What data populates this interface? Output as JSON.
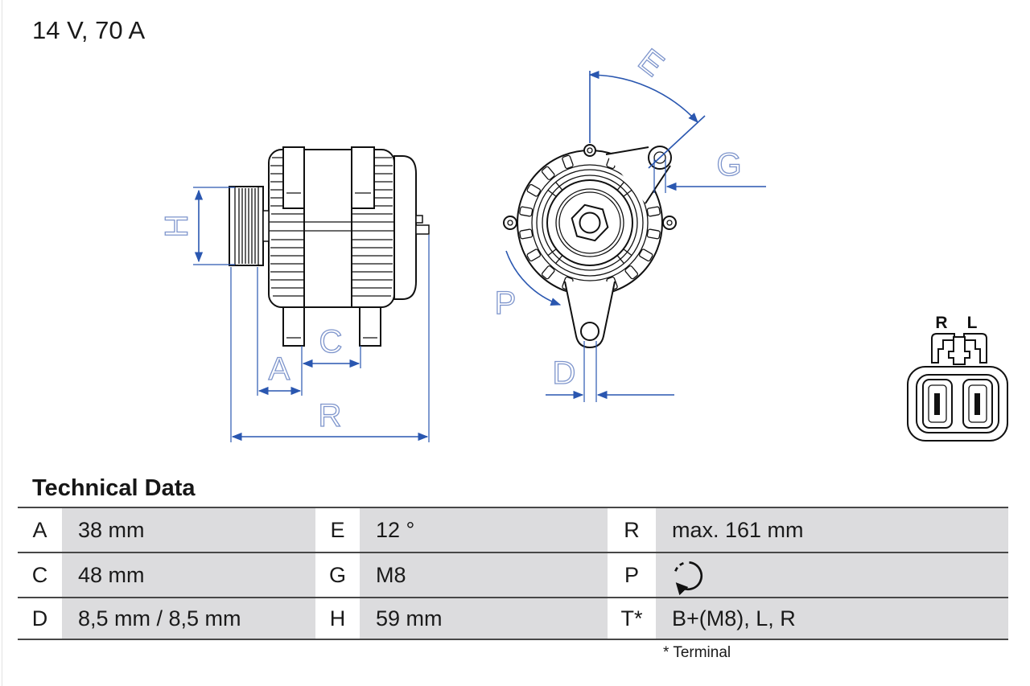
{
  "header": {
    "rating": "14 V, 70 A"
  },
  "diagram": {
    "side_view": {
      "dim_h": "H",
      "dim_a": "A",
      "dim_c": "C",
      "dim_r": "R"
    },
    "front_view": {
      "dim_e": "E",
      "dim_g": "G",
      "dim_p": "P",
      "dim_d": "D"
    },
    "connector": {
      "terminal_r": "R",
      "terminal_l": "L"
    }
  },
  "technical_data": {
    "heading": "Technical Data",
    "footnote": "* Terminal",
    "rows": [
      {
        "c1_key": "A",
        "c1_value": "38 mm",
        "c2_key": "E",
        "c2_value": "12 °",
        "c3_key": "R",
        "c3_value": "max. 161 mm"
      },
      {
        "c1_key": "C",
        "c1_value": "48 mm",
        "c2_key": "G",
        "c2_value": "M8",
        "c3_key": "P",
        "c3_value": "",
        "c3_icon": "rotation-direction-icon"
      },
      {
        "c1_key": "D",
        "c1_value": "8,5 mm / 8,5 mm",
        "c2_key": "H",
        "c2_value": "59 mm",
        "c3_key": "T*",
        "c3_value": "B+(M8), L, R"
      }
    ]
  },
  "colors": {
    "dimension_line": "#2a57b0",
    "dimension_label": "#7e95cc",
    "table_cell_bg": "#dcdcde",
    "table_rule": "#474747",
    "text": "#1a1a1a"
  }
}
